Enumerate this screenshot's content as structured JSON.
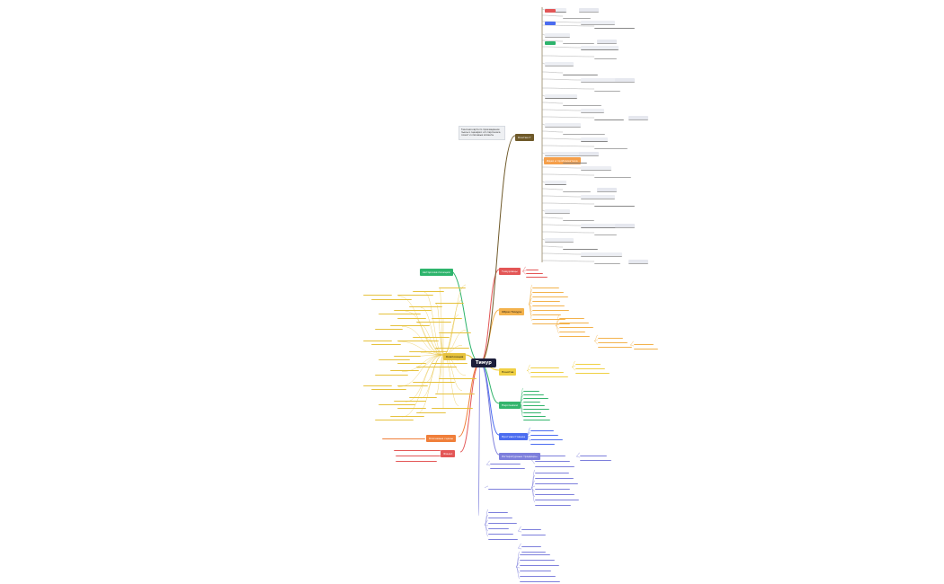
{
  "root_label": "Тимур",
  "note_text": "Тезисная карта по произведению пьесы и сценария: его персонажи, сюжет и ключевые моменты",
  "branches": [
    {
      "key": "b0",
      "label": "Идея и проблематика",
      "color": "#f59f4a"
    },
    {
      "key": "b1",
      "label": "Тимуровцы",
      "color": "#e05a4a"
    },
    {
      "key": "b2",
      "label": "Образ Тимура",
      "color": "#f3b24c"
    },
    {
      "key": "b3",
      "label": "Понятие",
      "color": "#f0d044"
    },
    {
      "key": "b4",
      "label": "Персонажи",
      "color": "#34b56d"
    },
    {
      "key": "b5",
      "label": "Противостояние",
      "color": "#4b6cf0"
    },
    {
      "key": "b6",
      "label": "Литературные традиции",
      "color": "#7d7fdc"
    },
    {
      "key": "b7",
      "label": "Авторская позиция",
      "color": "#2db46c"
    },
    {
      "key": "b8",
      "label": "Композиция",
      "color": "#e6c23d"
    },
    {
      "key": "b9",
      "label": "Ключевые сцены",
      "color": "#f07f3a"
    },
    {
      "key": "b10",
      "label": "Финал",
      "color": "#e35656"
    },
    {
      "key": "b11",
      "label": "Контекст",
      "color": "#6f5a2a"
    }
  ]
}
